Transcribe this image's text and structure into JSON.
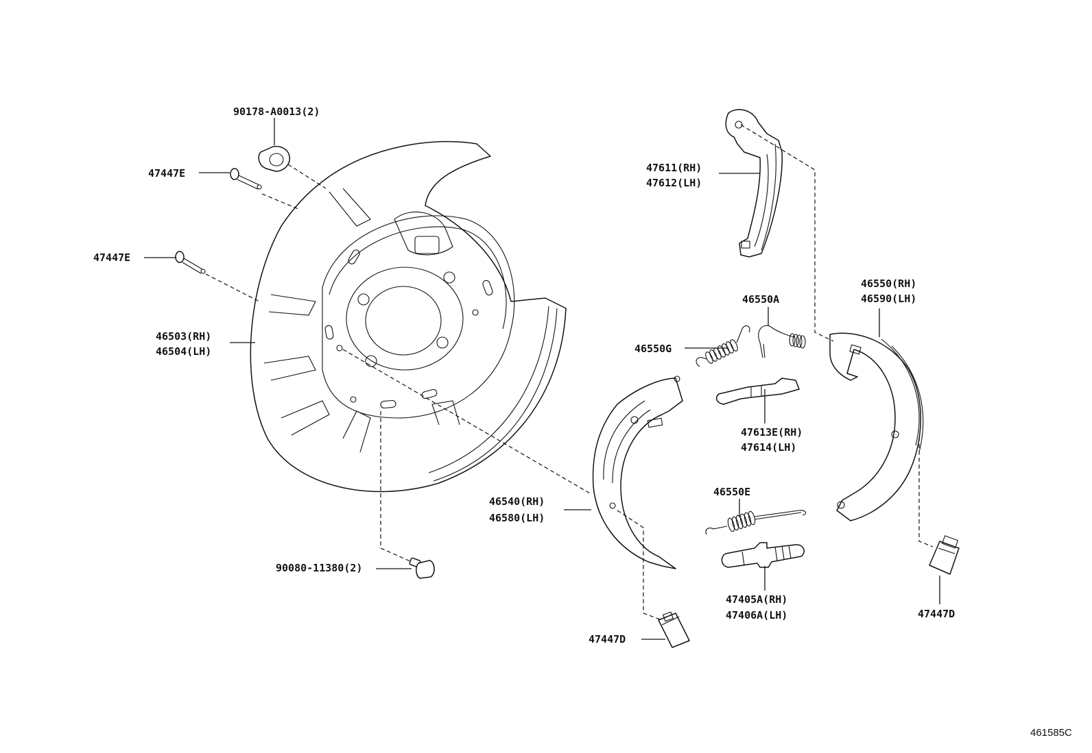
{
  "labels": {
    "clip_90178": "90178-A0013(2)",
    "pin_47447e_top": "47447E",
    "pin_47447e_mid": "47447E",
    "backing_plate_rh": "46503(RH)",
    "backing_plate_lh": "46504(LH)",
    "bolt_90080": "90080-11380(2)",
    "lever_rh": "47611(RH)",
    "lever_lh": "47612(LH)",
    "spring_46550a": "46550A",
    "spring_46550g": "46550G",
    "strut_rh": "47613E(RH)",
    "strut_lh": "47614(LH)",
    "spring_46550e": "46550E",
    "adjuster_rh": "47405A(RH)",
    "adjuster_lh": "47406A(LH)",
    "front_shoe_rh": "46540(RH)",
    "front_shoe_lh": "46580(LH)",
    "rear_shoe_rh": "46550(RH)",
    "rear_shoe_lh": "46590(LH)",
    "cup_47447d_left": "47447D",
    "cup_47447d_right": "47447D"
  },
  "figure_id": "461585C",
  "colors": {
    "line": "#111111",
    "background": "#ffffff"
  }
}
